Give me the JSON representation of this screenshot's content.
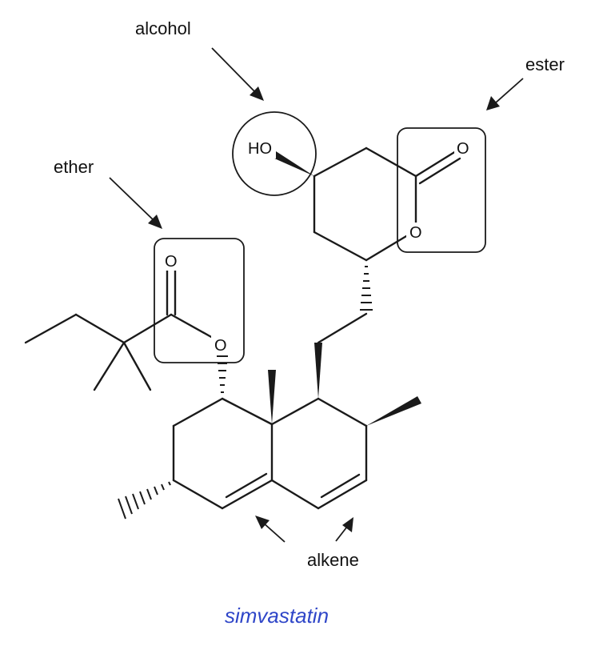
{
  "annotations": {
    "alcohol": "alcohol",
    "ester": "ester",
    "ether": "ether",
    "alkene": "alkene"
  },
  "atoms": {
    "ho": "HO",
    "o_ring": "O",
    "o_carbonyl_top": "O",
    "o_carbonyl_left": "O",
    "o_ether": "O"
  },
  "caption": {
    "text": "simvastatin",
    "color": "#2f46c8"
  }
}
